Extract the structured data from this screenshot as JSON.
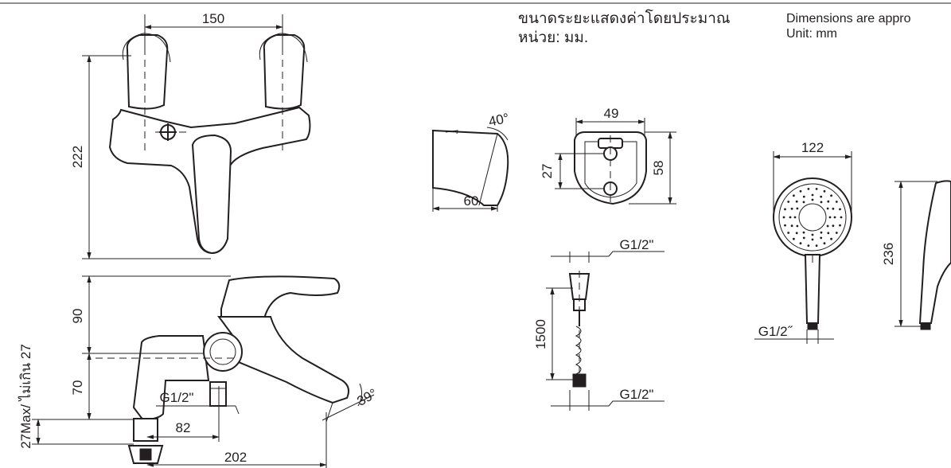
{
  "notes": {
    "thai_line1": "ขนาดระยะแสดงค่าโดยประมาณ",
    "thai_line2": "หน่วย: มม.",
    "en_line1": "Dimensions are appro",
    "en_line2": "Unit: mm"
  },
  "mixer_front": {
    "width": "150",
    "height": "222"
  },
  "mixer_side": {
    "upper_height": "90",
    "lower_height": "70",
    "wall_thickness": "27Max/ ไม่เกิน 27",
    "inlet_thread": "G1/2\"",
    "offset": "82",
    "depth": "202",
    "spout_angle": "39°"
  },
  "holder_side": {
    "angle": "40°",
    "depth": "60"
  },
  "holder_front": {
    "width": "49",
    "height": "58",
    "hole_spacing": "27"
  },
  "hose": {
    "top_thread": "G1/2\"",
    "length": "1500",
    "bottom_thread": "G1/2\""
  },
  "hand_shower": {
    "diameter": "122",
    "length": "236",
    "thread": "G1/2˝"
  }
}
